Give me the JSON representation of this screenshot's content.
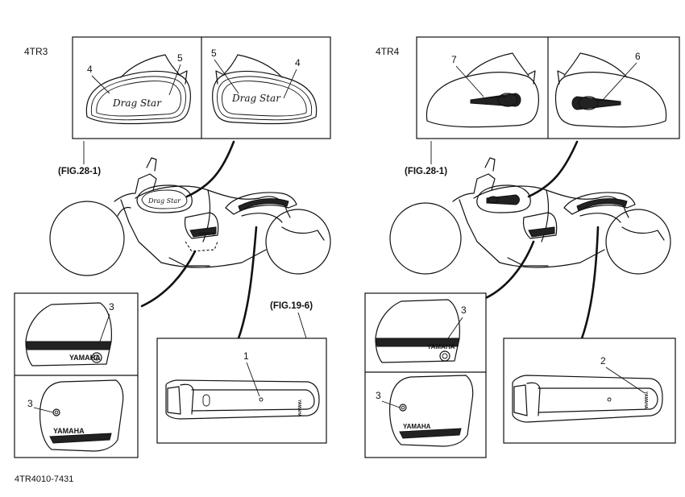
{
  "models": {
    "left": "4TR3",
    "right": "4TR4"
  },
  "figure_refs": {
    "fig_28_1_left": "(FIG.28-1)",
    "fig_28_1_right": "(FIG.28-1)",
    "fig_19_6": "(FIG.19-6)"
  },
  "callouts": {
    "left_tank_left_4": "4",
    "left_tank_left_5": "5",
    "left_tank_right_5": "5",
    "left_tank_right_4": "4",
    "right_tank_left_7": "7",
    "right_tank_right_6": "6",
    "left_cover_top_3": "3",
    "left_cover_bottom_3": "3",
    "left_fender_1": "1",
    "right_cover_top_3": "3",
    "right_cover_bottom_3": "3",
    "right_fender_2": "2"
  },
  "decal_text": {
    "yamaha": "YAMAHA",
    "drag_star": "Drag Star"
  },
  "diagram_code": "4TR4010-7431"
}
